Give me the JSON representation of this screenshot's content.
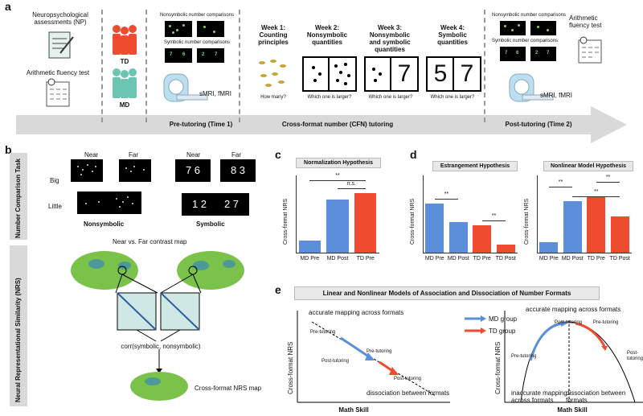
{
  "panels": {
    "a": "a",
    "b": "b",
    "c": "c",
    "d": "d",
    "e": "e"
  },
  "a": {
    "np_title": "Neuropsychological assessments (NP)",
    "arith_test": "Arithmetic fluency test",
    "td": "TD",
    "md": "MD",
    "nonsym_comp": "Nonsymbolic number comparisons",
    "sym_comp": "Symbolic number comparisons",
    "sym_digits": [
      "7",
      "6",
      "2",
      "7"
    ],
    "mri": "sMRI, fMRI",
    "weeks": [
      {
        "title": "Week 1:\nCounting\nprinciples",
        "q": "How many?"
      },
      {
        "title": "Week 2:\nNonsymbolic\nquantities",
        "q": "Which one is larger?"
      },
      {
        "title": "Week 3:\nNonsymbolic\nand symbolic\nquantities",
        "q": "Which one is larger?"
      },
      {
        "title": "Week 4:\nSymbolic\nquantities",
        "q": "Which one is larger?"
      }
    ],
    "w3_digit": "7",
    "w4_digits": [
      "5",
      "7"
    ],
    "post_arith": "Arithmetic\nfluency test",
    "arrow_labels": [
      "Pre-tutoring (Time 1)",
      "Cross-format number (CFN) tutoring",
      "Post-tutoring (Time 2)"
    ]
  },
  "b": {
    "task_label": "Number Comparison Task",
    "nrs_label": "Neural Representational Similarity (NRS)",
    "near": "Near",
    "far": "Far",
    "big": "Big",
    "little": "Little",
    "sym_big": [
      "7 6",
      "8 3"
    ],
    "sym_little": [
      "1 2",
      "2 7"
    ],
    "nonsym": "Nonsymbolic",
    "sym": "Symbolic",
    "contrast": "Near vs. Far contrast map",
    "corr": "corr(symbolic, nonsymbolic)",
    "cf_map": "Cross-format NRS map"
  },
  "colors": {
    "md": "#5b8fd9",
    "td": "#ef4b2f",
    "arrow": "#d9d9d9"
  },
  "chart_data": [
    {
      "type": "bar",
      "title": "Normalization Hypothesis",
      "ylabel": "Cross-format NRS",
      "categories": [
        "MD Pre",
        "MD Post",
        "TD Pre"
      ],
      "values": [
        0.18,
        0.8,
        0.9
      ],
      "colors": [
        "md",
        "md",
        "td"
      ],
      "annotations": [
        "**",
        "n.s."
      ]
    },
    {
      "type": "bar",
      "title": "Estrangement Hypothesis",
      "ylabel": "Cross-format NRS",
      "categories": [
        "MD Pre",
        "MD Post",
        "TD Pre",
        "TD Post"
      ],
      "values": [
        0.75,
        0.46,
        0.42,
        0.12
      ],
      "colors": [
        "md",
        "md",
        "td",
        "td"
      ],
      "annotations": [
        "**",
        "**"
      ]
    },
    {
      "type": "bar",
      "title": "Nonlinear Model Hypothesis",
      "ylabel": "Cross-format NRS",
      "categories": [
        "MD Pre",
        "MD Post",
        "TD Pre",
        "TD Post"
      ],
      "values": [
        0.16,
        0.78,
        0.85,
        0.55
      ],
      "colors": [
        "md",
        "md",
        "td",
        "td"
      ],
      "annotations": [
        "**",
        "**",
        "**"
      ]
    }
  ],
  "e": {
    "title": "Linear and Nonlinear Models of Association and Dissociation of Number Formats",
    "ylabel": "Cross-format NRS",
    "xlabel": "Math Skill",
    "accurate": "accurate mapping across formats",
    "dissoc": "dissociation between formats",
    "inaccurate": "inaccurate mapping\nacross formats",
    "pre": "Pre-tutoring",
    "post": "Post-tutoring",
    "md_group": "MD group",
    "td_group": "TD group"
  }
}
